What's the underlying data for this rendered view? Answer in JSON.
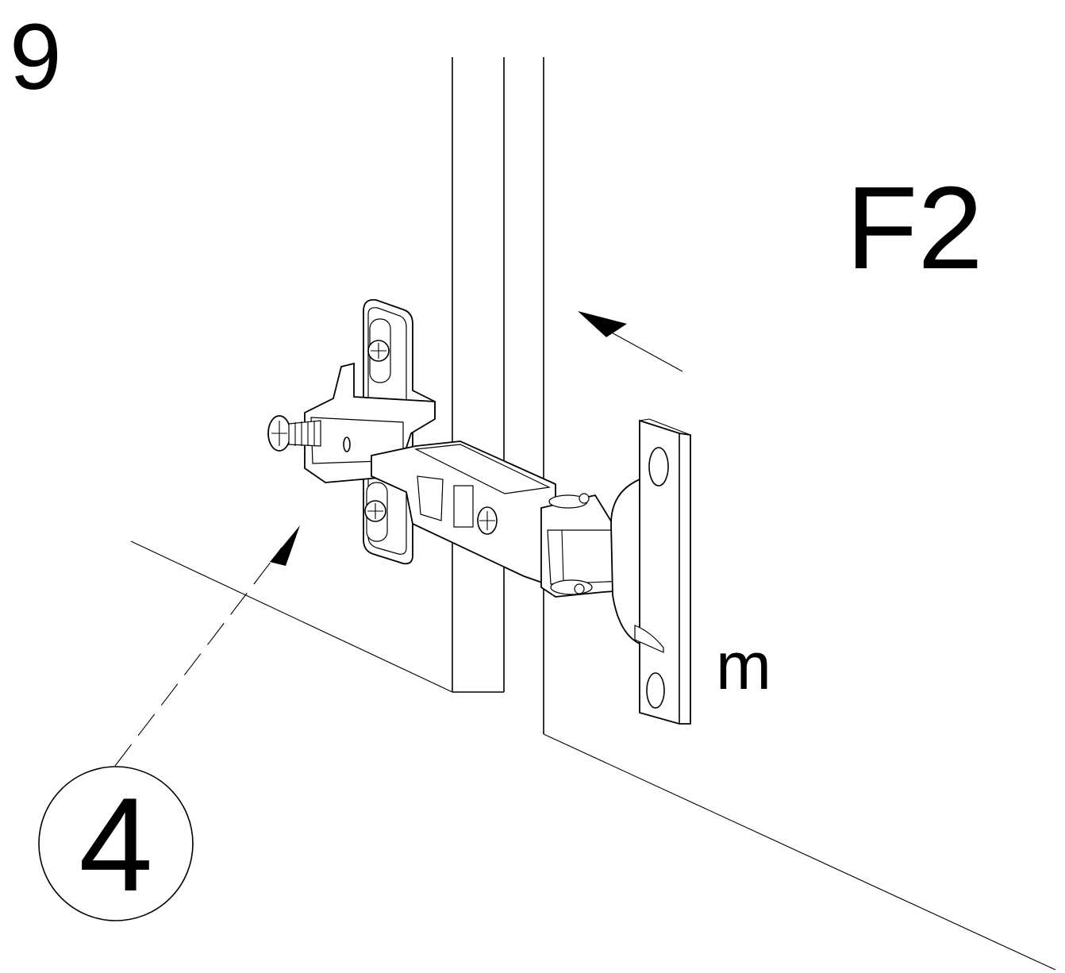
{
  "step_number": "9",
  "part_code": "F2",
  "hardware_label": "m",
  "callout_number": "4",
  "colors": {
    "line": "#000000",
    "background": "#ffffff"
  }
}
